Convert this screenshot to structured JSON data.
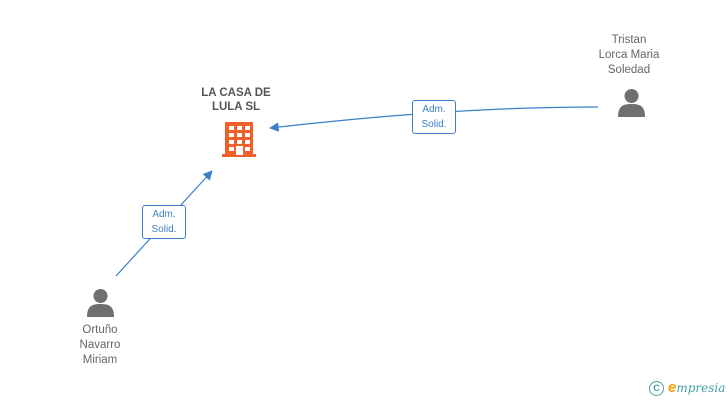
{
  "company": {
    "name_line1": "LA CASA DE",
    "name_line2": "LULA SL",
    "icon": "building-icon",
    "icon_color": "#f0602a"
  },
  "persons": [
    {
      "name_lines": [
        "Tristan",
        "Lorca Maria",
        "Soledad"
      ],
      "icon": "person-icon"
    },
    {
      "name_lines": [
        "Ortuño",
        "Navarro",
        "Miriam"
      ],
      "icon": "person-icon"
    }
  ],
  "relations": [
    {
      "from": "Tristan Lorca Maria Soledad",
      "to": "LA CASA DE LULA SL",
      "label_line1": "Adm.",
      "label_line2": "Solid."
    },
    {
      "from": "Ortuño Navarro Miriam",
      "to": "LA CASA DE LULA SL",
      "label_line1": "Adm.",
      "label_line2": "Solid."
    }
  ],
  "colors": {
    "link": "#3a7fc8",
    "person": "#6f6f6f",
    "text": "#666666"
  },
  "brand": {
    "copyright_symbol": "C",
    "e": "e",
    "rest": "mpresia"
  }
}
